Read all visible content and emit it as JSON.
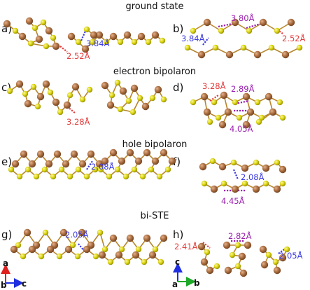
{
  "colors": {
    "cu": "#a86b3c",
    "cu_hi": "#d8a07a",
    "s": "#d9d20a",
    "s_hi": "#f7f27a",
    "red": "#e43c3c",
    "blue": "#3a3ae0",
    "purple": "#9b1fb0",
    "bond": "#b8862c"
  },
  "sections": [
    {
      "title": "ground state"
    },
    {
      "title": "electron bipolaron"
    },
    {
      "title": "hole bipolaron"
    },
    {
      "title": "bi-STE"
    }
  ],
  "panels": [
    {
      "label": "a)",
      "distances": [
        {
          "text": "2.52Å",
          "color": "red"
        },
        {
          "text": "3.84Å",
          "color": "blue"
        }
      ]
    },
    {
      "label": "b)",
      "distances": [
        {
          "text": "3.80Å",
          "color": "purple"
        },
        {
          "text": "3.84Å",
          "color": "blue"
        },
        {
          "text": "2.52Å",
          "color": "red"
        }
      ]
    },
    {
      "label": "c)",
      "distances": [
        {
          "text": "3.28Å",
          "color": "red"
        }
      ]
    },
    {
      "label": "d)",
      "distances": [
        {
          "text": "3.28Å",
          "color": "red"
        },
        {
          "text": "2.89Å",
          "color": "purple"
        },
        {
          "text": "4.05Å",
          "color": "purple"
        }
      ]
    },
    {
      "label": "e)",
      "distances": [
        {
          "text": "2.08Å",
          "color": "blue"
        }
      ]
    },
    {
      "label": "f)",
      "distances": [
        {
          "text": "2.08Å",
          "color": "blue"
        },
        {
          "text": "4.45Å",
          "color": "purple"
        }
      ]
    },
    {
      "label": "g)",
      "distances": [
        {
          "text": "2.05Å",
          "color": "blue"
        }
      ]
    },
    {
      "label": "h)",
      "distances": [
        {
          "text": "2.41Å",
          "color": "red"
        },
        {
          "text": "2.82Å",
          "color": "purple"
        },
        {
          "text": "2.05Å",
          "color": "blue"
        }
      ]
    }
  ],
  "axes_left": {
    "up": "a",
    "right": "c",
    "origin": "b"
  },
  "axes_right": {
    "up": "c",
    "right": "b",
    "origin": "a"
  }
}
